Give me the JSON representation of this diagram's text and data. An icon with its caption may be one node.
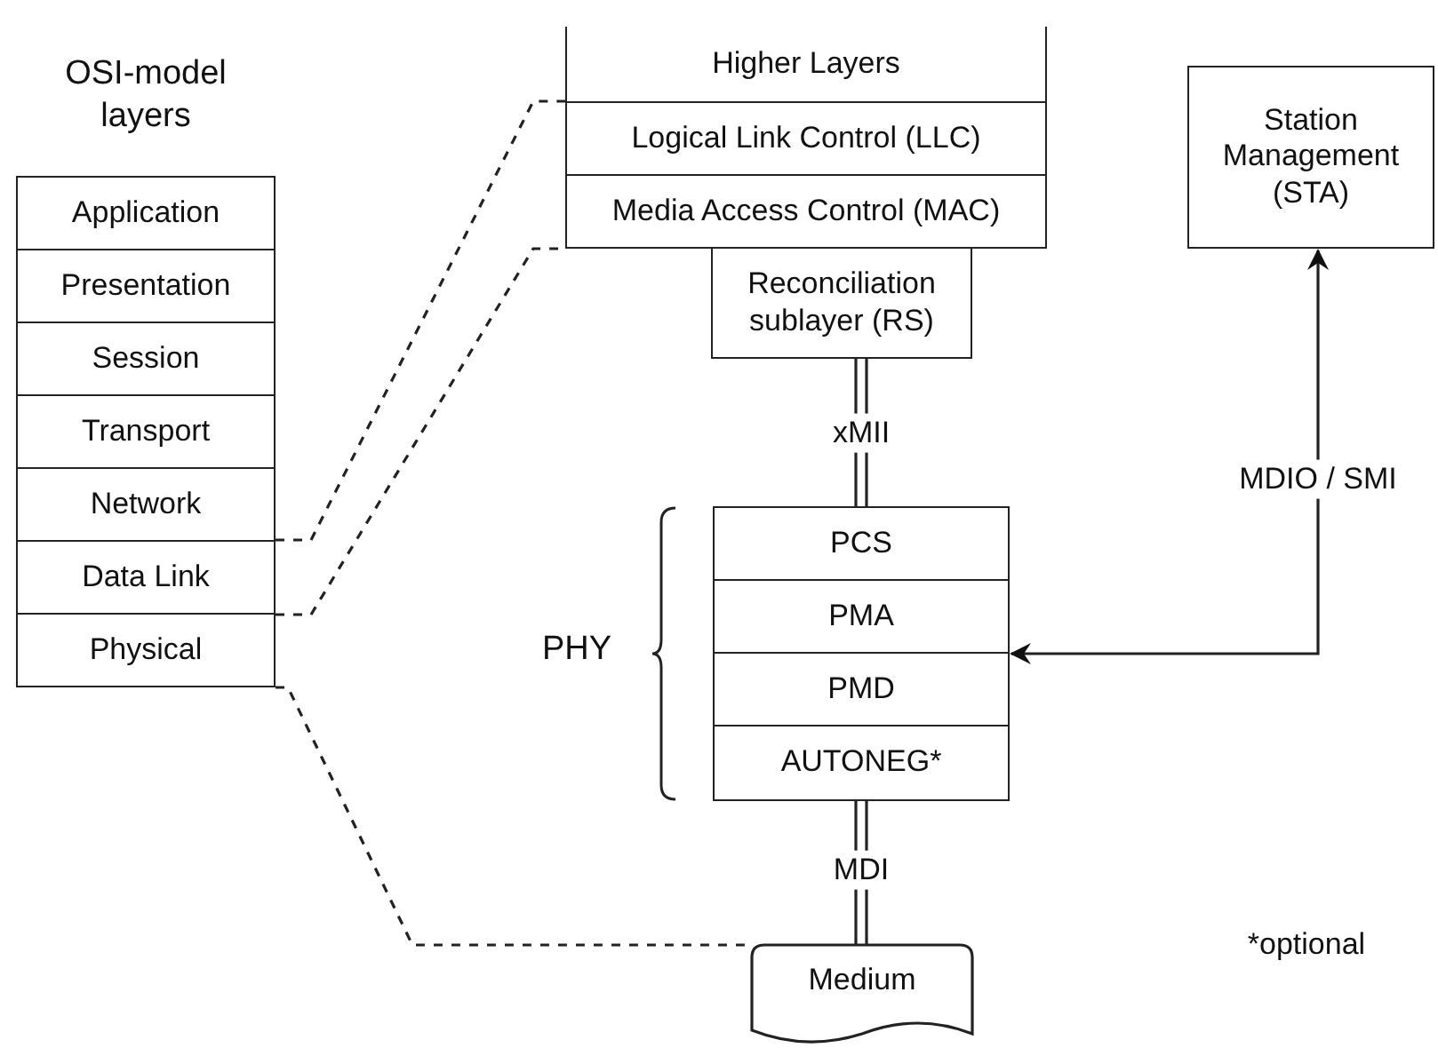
{
  "diagram": {
    "nodes": [
      {
        "text": [
          "Application"
        ]
      },
      {
        "text": [
          "Presentation"
        ]
      },
      {
        "text": [
          "Session"
        ]
      },
      {
        "text": [
          "Transport"
        ]
      },
      {
        "text": [
          "Network"
        ]
      },
      {
        "text": [
          "Data Link"
        ]
      },
      {
        "text": [
          "Physical"
        ]
      },
      {
        "text": [
          "Higher Layers"
        ]
      },
      {
        "text": [
          "Logical Link Control (LLC)"
        ]
      },
      {
        "text": [
          "Media Access Control (MAC)"
        ]
      },
      {
        "text": [
          "Reconciliation sublayer (RS)"
        ]
      },
      {
        "text": [
          "PHY"
        ]
      },
      {
        "text": [
          "PCS"
        ],
        "in": 11
      },
      {
        "text": [
          "PMA"
        ],
        "in": 11
      },
      {
        "text": [
          "PMD"
        ],
        "in": 11
      },
      {
        "text": [
          "AUTONEG*"
        ],
        "in": 11
      },
      {
        "text": [
          "Medium"
        ]
      },
      {
        "text": [
          "Station Management (STA)"
        ]
      }
    ],
    "edges": [
      {
        "from": 5,
        "to": 8,
        "arrow": "none",
        "style": "dashed"
      },
      {
        "from": 5,
        "to": 9,
        "arrow": "none",
        "style": "dashed"
      },
      {
        "from": 6,
        "to": 16,
        "arrow": "none",
        "style": "dashed"
      },
      {
        "from": 10,
        "to": 12,
        "arrow": "none",
        "label": "xMII"
      },
      {
        "from": 15,
        "to": 16,
        "arrow": "none",
        "label": "MDI"
      },
      {
        "from": 11,
        "to": 17,
        "arrow": "both",
        "label": "MDIO / SMI"
      }
    ],
    "labels": [
      "OSI-model layers",
      "*optional"
    ]
  }
}
